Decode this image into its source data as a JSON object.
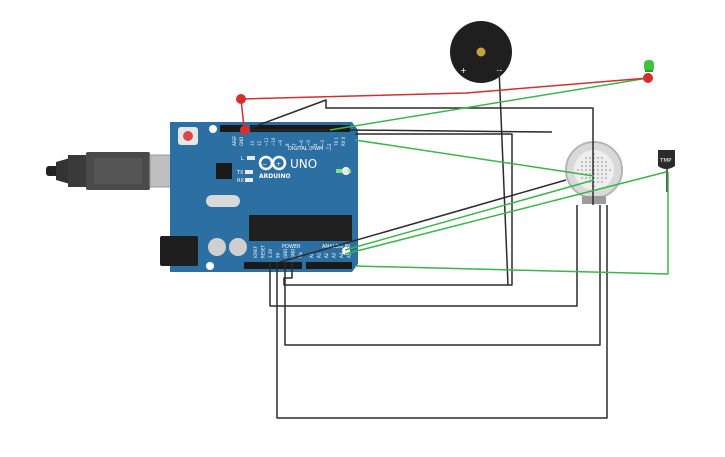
{
  "arduino": {
    "brand_logo": "ARDUINO",
    "model": "UNO",
    "on_label": "ON",
    "digital_label": "DIGITAL (PWM ~)",
    "analog_label": "ANALOG IN",
    "power_label": "POWER",
    "aref_label": "AREF",
    "gnd_label": "GND",
    "tx_label": "TX",
    "rx_label": "RX",
    "l_label": "L",
    "digital_pins": [
      "13",
      "12",
      "~11",
      "~10",
      "~9",
      "8",
      "7",
      "~6",
      "~5",
      "4",
      "~3",
      "2",
      "TX 1",
      "RX 0"
    ],
    "power_pins": [
      "IOREF",
      "RESET",
      "3.3V",
      "5V",
      "GND",
      "GND",
      "Vin"
    ],
    "analog_pins": [
      "A0",
      "A1",
      "A2",
      "A3",
      "A4",
      "A5"
    ]
  },
  "buzzer": {
    "plus_label": "+",
    "minus_label": "−"
  },
  "temp_sensor": {
    "label": "TMP"
  },
  "colors": {
    "board": "#2c6fa3",
    "wire_black": "#2b2b2b",
    "wire_red": "#d32f2f",
    "wire_green": "#3bb54a",
    "led": "#3ec13e"
  }
}
